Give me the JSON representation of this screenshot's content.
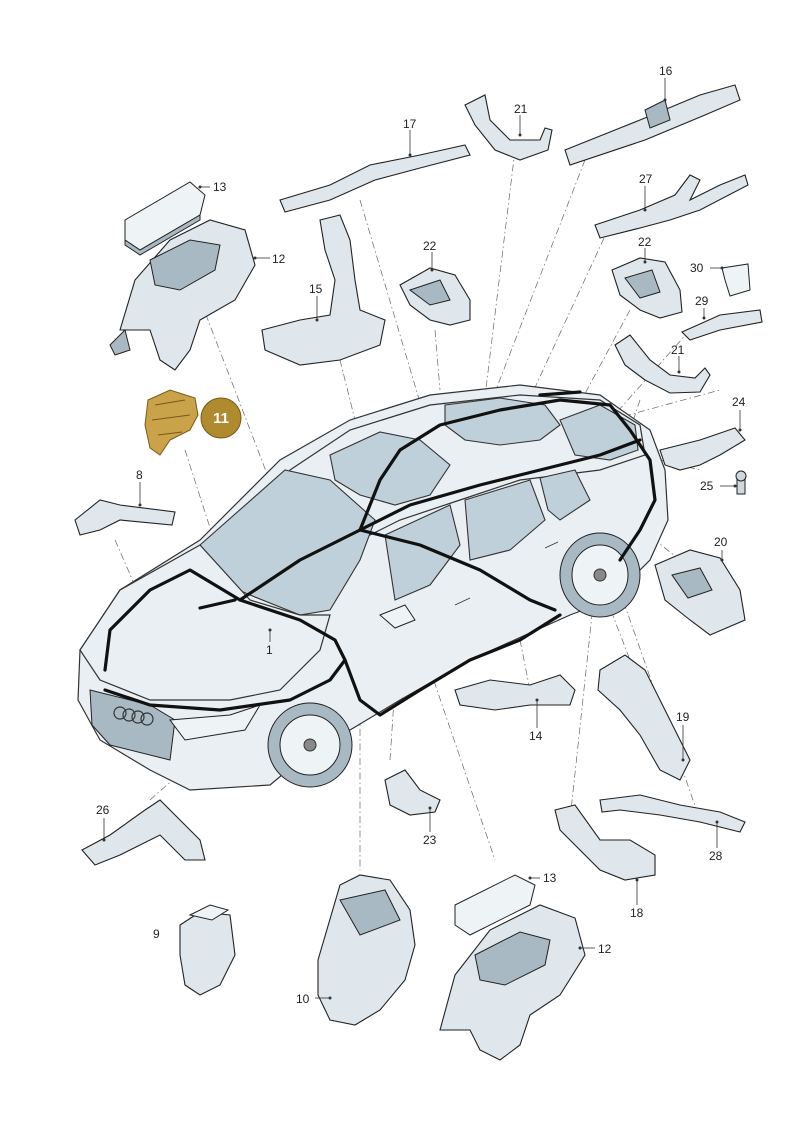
{
  "labels": {
    "p1": "1",
    "p8": "8",
    "p9": "9",
    "p10": "10",
    "p11": "11",
    "p12a": "12",
    "p12b": "12",
    "p13a": "13",
    "p13b": "13",
    "p14": "14",
    "p15": "15",
    "p16": "16",
    "p17": "17",
    "p18": "18",
    "p19": "19",
    "p20": "20",
    "p21a": "21",
    "p21b": "21",
    "p22a": "22",
    "p22b": "22",
    "p23": "23",
    "p24": "24",
    "p25": "25",
    "p26": "26",
    "p27": "27",
    "p28": "28",
    "p29": "29",
    "p30": "30"
  },
  "colors": {
    "highlight": "#c9a24a",
    "highlight_badge": "#b08a2e",
    "parts": "#dfe7ec",
    "glass": "#bfd0da"
  },
  "highlighted_part": "11"
}
